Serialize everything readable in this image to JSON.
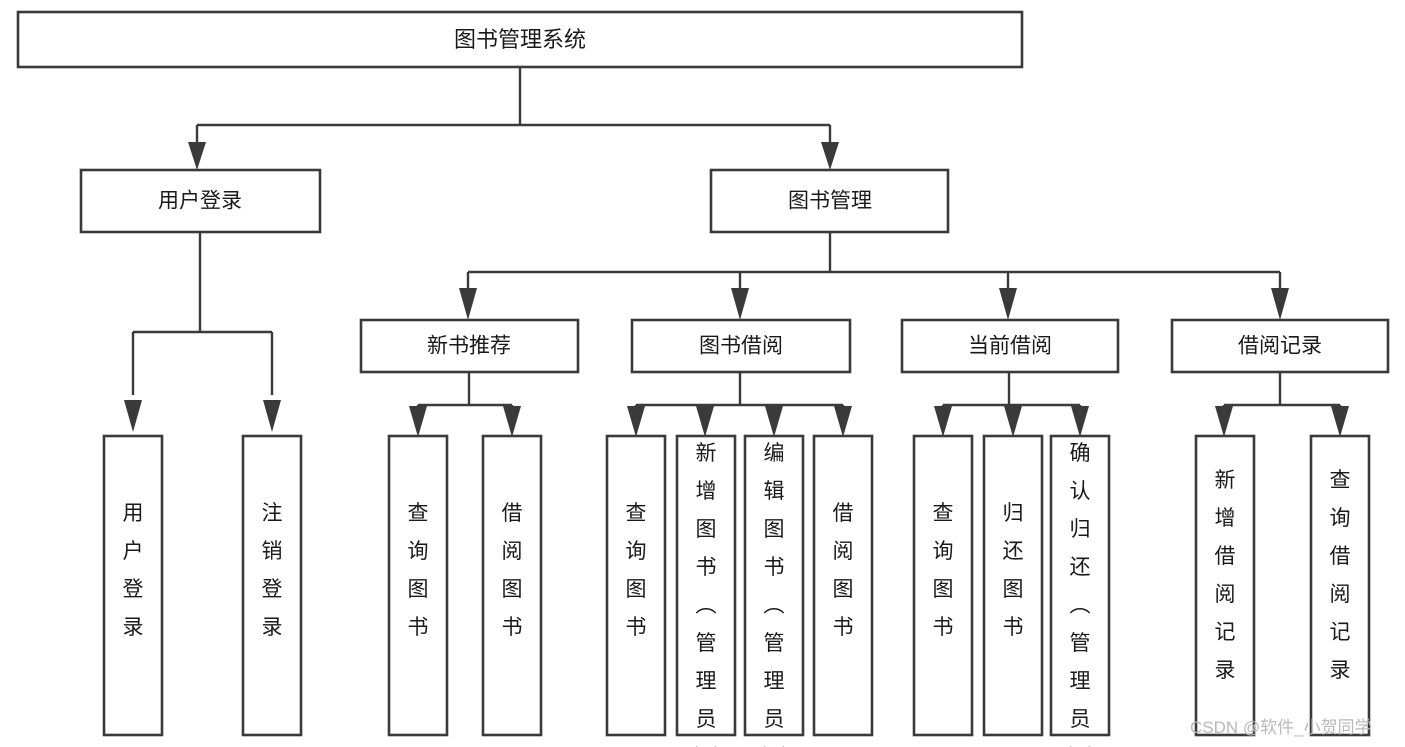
{
  "diagram": {
    "type": "tree",
    "title": "图书管理系统",
    "orientation": "top-down",
    "levels": 4,
    "root": {
      "id": "root",
      "label": "图书管理系统"
    },
    "level2": [
      {
        "id": "user-login",
        "label": "用户登录"
      },
      {
        "id": "book-management",
        "label": "图书管理"
      }
    ],
    "level3": [
      {
        "id": "new-book-recommend",
        "label": "新书推荐",
        "parent": "book-management"
      },
      {
        "id": "book-borrow",
        "label": "图书借阅",
        "parent": "book-management"
      },
      {
        "id": "current-borrow",
        "label": "当前借阅",
        "parent": "book-management"
      },
      {
        "id": "borrow-record",
        "label": "借阅记录",
        "parent": "book-management"
      }
    ],
    "leaves": {
      "user-login": [
        {
          "id": "leaf-user-login",
          "label": "用户登录"
        },
        {
          "id": "leaf-logout-login",
          "label": "注销登录"
        }
      ],
      "new-book-recommend": [
        {
          "id": "leaf-query-book-1",
          "label": "查询图书"
        },
        {
          "id": "leaf-borrow-book-1",
          "label": "借阅图书"
        }
      ],
      "book-borrow": [
        {
          "id": "leaf-query-book-2",
          "label": "查询图书"
        },
        {
          "id": "leaf-add-book",
          "label": "新增图书（管理员）"
        },
        {
          "id": "leaf-edit-book",
          "label": "编辑图书（管理员）"
        },
        {
          "id": "leaf-borrow-book-2",
          "label": "借阅图书"
        }
      ],
      "current-borrow": [
        {
          "id": "leaf-query-book-3",
          "label": "查询图书"
        },
        {
          "id": "leaf-return-book",
          "label": "归还图书"
        },
        {
          "id": "leaf-confirm-return",
          "label": "确认归还（管理员）"
        }
      ],
      "borrow-record": [
        {
          "id": "leaf-add-record",
          "label": "新增借阅记录"
        },
        {
          "id": "leaf-query-record",
          "label": "查询借阅记录"
        }
      ]
    }
  },
  "watermark": {
    "text": "CSDN @软件_小贺同学"
  },
  "colors": {
    "background": "#ffffff",
    "box_fill": "#ffffff",
    "box_stroke": "#3a3a3a",
    "text": "#1a1a1a",
    "watermark": "#b9b9b9"
  }
}
